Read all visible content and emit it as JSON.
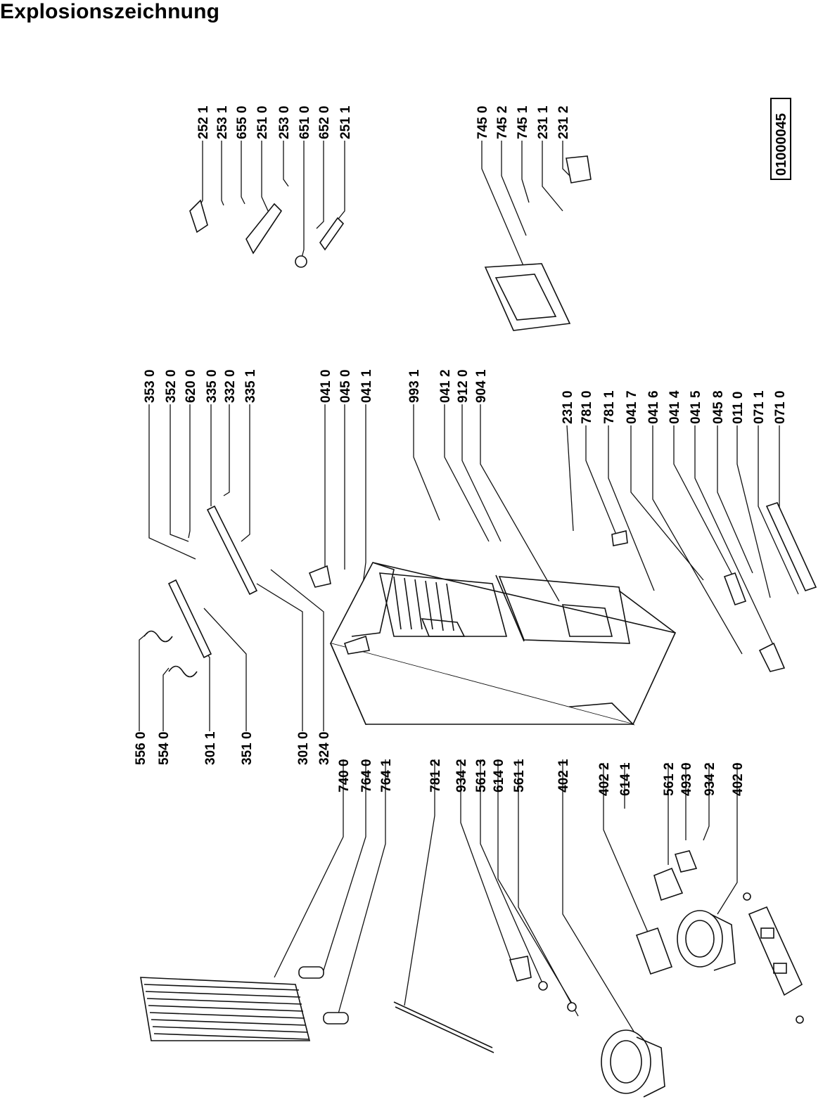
{
  "title": "Explosionszeichnung",
  "doc_id": "01000045",
  "groups": {
    "top_right": [
      "252 1",
      "253 1",
      "655 0",
      "251 0",
      "253 0",
      "651 0",
      "652 0",
      "251 1"
    ],
    "right_middle": [
      "745 0",
      "745 2",
      "745 1",
      "231 1",
      "231 2"
    ],
    "middle_top": [
      "353 0",
      "352 0",
      "620 0",
      "335 0",
      "332 0",
      "335 1"
    ],
    "middle_cabinet": [
      "041 0",
      "045 0",
      "041 1",
      "993 1",
      "041 2",
      "912 0",
      "904 1"
    ],
    "middle_bottom": [
      "231 0",
      "781 0",
      "781 1",
      "041 7",
      "041 6",
      "041 4",
      "041 5",
      "045 8",
      "011 0",
      "071 1",
      "071 0"
    ],
    "left_top": [
      "556 0",
      "554 0",
      "301 1",
      "351 0",
      "301 0",
      "324 0",
      "740 0",
      "764 0",
      "764 1"
    ],
    "left_bottom": [
      "781 2",
      "934 2",
      "561 3",
      "614 0",
      "561 1",
      "402 1",
      "402 2",
      "614 1",
      "561 2",
      "493 0",
      "934 2",
      "402 0"
    ]
  }
}
